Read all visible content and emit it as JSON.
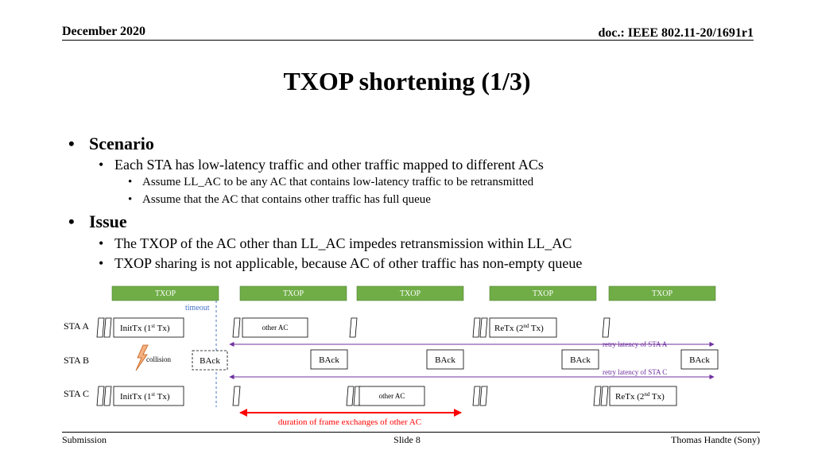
{
  "header": {
    "date": "December 2020",
    "doc": "doc.: IEEE 802.11-20/1691r1"
  },
  "title": "TXOP shortening (1/3)",
  "bullets": {
    "scenario_heading": "Scenario",
    "scenario_item": "Each STA has low-latency traffic and other traffic mapped to different ACs",
    "scenario_sub1": "Assume LL_AC to be any AC that contains low-latency traffic to be retransmitted",
    "scenario_sub2": "Assume that the AC that contains other traffic has full queue",
    "issue_heading": "Issue",
    "issue_item1": "The TXOP of the AC other than LL_AC impedes retransmission within LL_AC",
    "issue_item2": "TXOP sharing is not applicable, because AC of other traffic has non-empty queue"
  },
  "diagram": {
    "txop_label": "TXOP",
    "timeout_label": "timeout",
    "rows": {
      "sta_a": "STA A",
      "sta_b": "STA B",
      "sta_c": "STA C"
    },
    "initial_tx": "InitTx (1",
    "initial_tx_sup": "st",
    "initial_tx_end": " Tx)",
    "retx": "ReTx (2",
    "retx_sup": "nd",
    "retx_end": " Tx)",
    "other_ac": "other AC",
    "back": "BAck",
    "collision": "collision",
    "retry_latency_a": "retry latency of STA A",
    "retry_latency_c": "retry latency of STA C",
    "duration_label": "duration of frame exchanges of other AC",
    "colors": {
      "txop_fill": "#70ad47",
      "purple": "#7030a0",
      "red": "#ff0000",
      "timeout_blue": "#4472c4"
    }
  },
  "footer": {
    "left": "Submission",
    "center": "Slide 8",
    "right": "Thomas Handte (Sony)"
  }
}
